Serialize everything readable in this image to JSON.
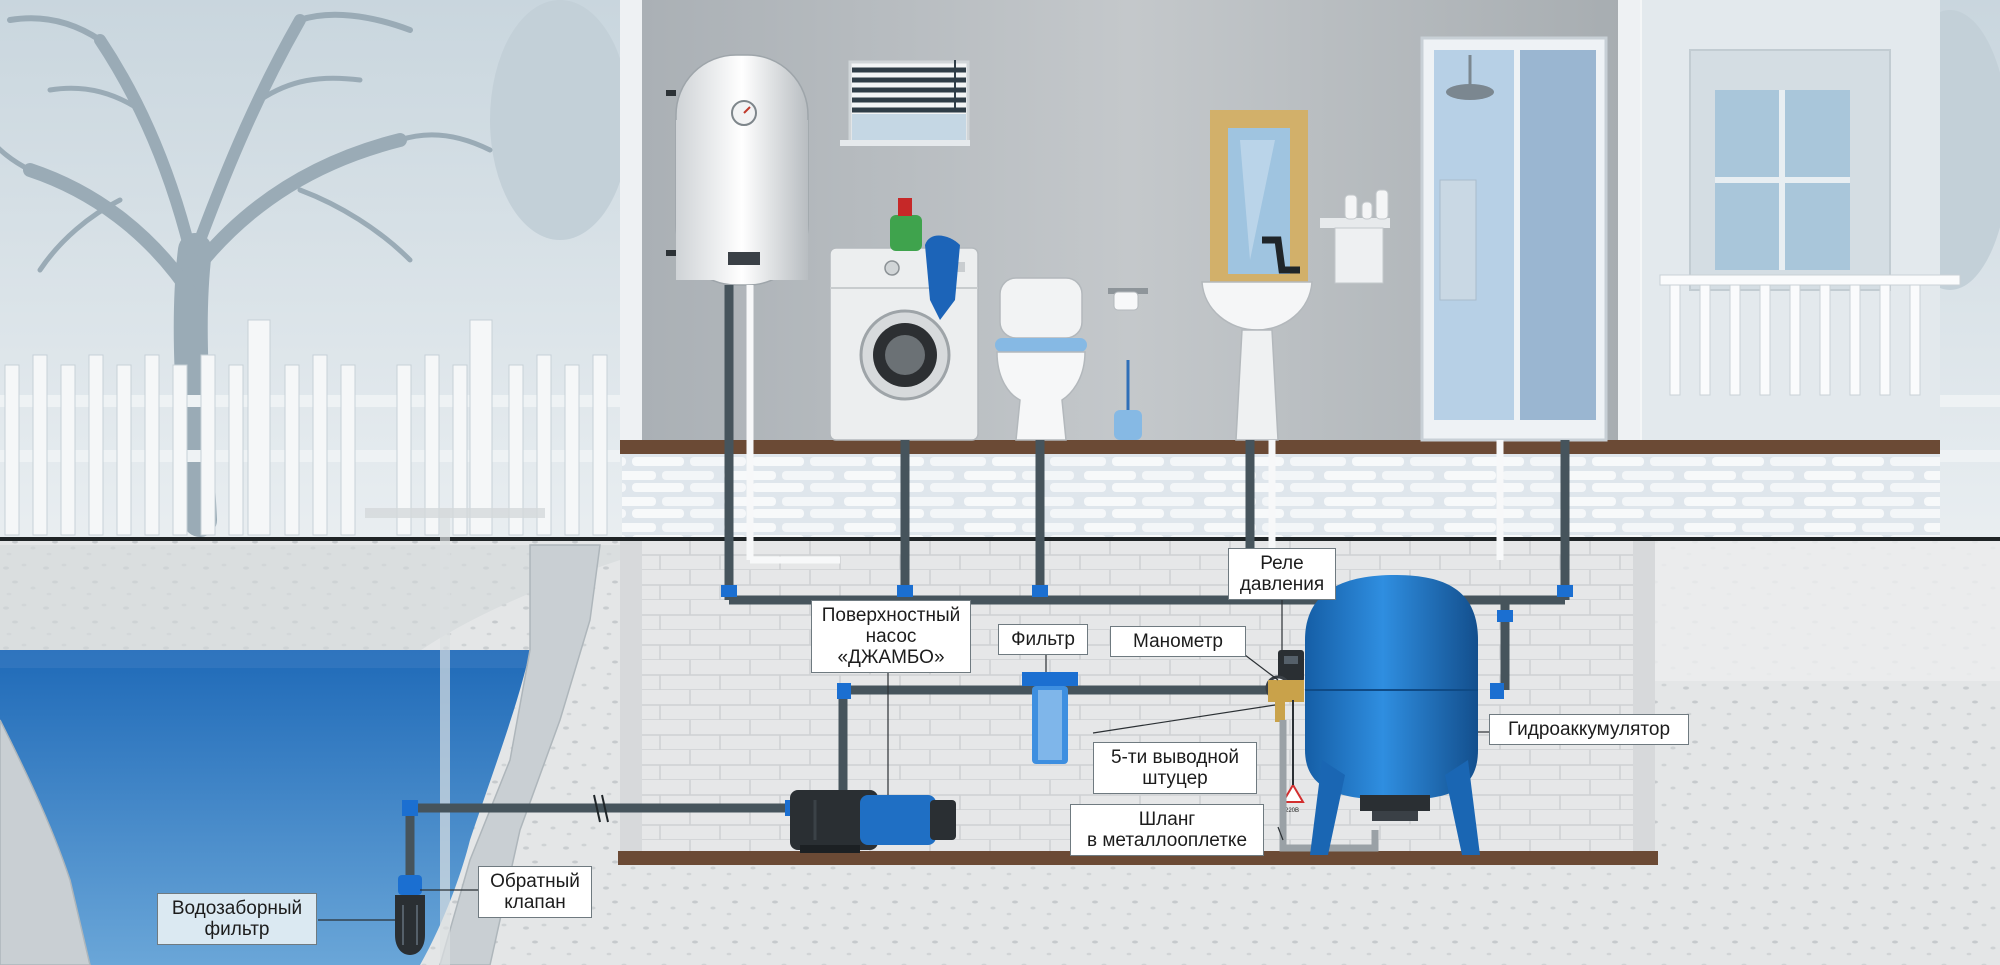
{
  "labels": {
    "pressure_relay": [
      "Реле",
      "давления"
    ],
    "surface_pump": [
      "Поверхностный",
      "насос",
      "«ДЖАМБО»"
    ],
    "filter": "Фильтр",
    "manometer": "Манометр",
    "accumulator": "Гидроаккумулятор",
    "five_way_fitting": [
      "5-ти выводной",
      "штуцер"
    ],
    "braided_hose": [
      "Шланг",
      "в металлооплетке"
    ],
    "check_valve": [
      "Обратный",
      "клапан"
    ],
    "intake_filter": [
      "Водозаборный",
      "фильтр"
    ],
    "voltage_tag": "220В"
  },
  "colors": {
    "sky": "#dbe5ea",
    "wall_interior": "#b4b9bd",
    "basement": "#e8e9ea",
    "floor_wood": "#6b4a35",
    "water": "#2f6fb5",
    "accumulator_blue": "#1f77c9",
    "pipe": "#4c5a63",
    "fitting_blue": "#1b6fd1",
    "snow": "#f2f4f5"
  },
  "icons": [
    "tree",
    "fence",
    "water-heater",
    "washing-machine",
    "toilet",
    "sink",
    "shower-cabin",
    "mirror",
    "window-blinds",
    "surface-pump",
    "cartridge-filter",
    "pressure-gauge",
    "pressure-relay",
    "expansion-tank",
    "check-valve",
    "intake-filter",
    "warning-icon"
  ]
}
